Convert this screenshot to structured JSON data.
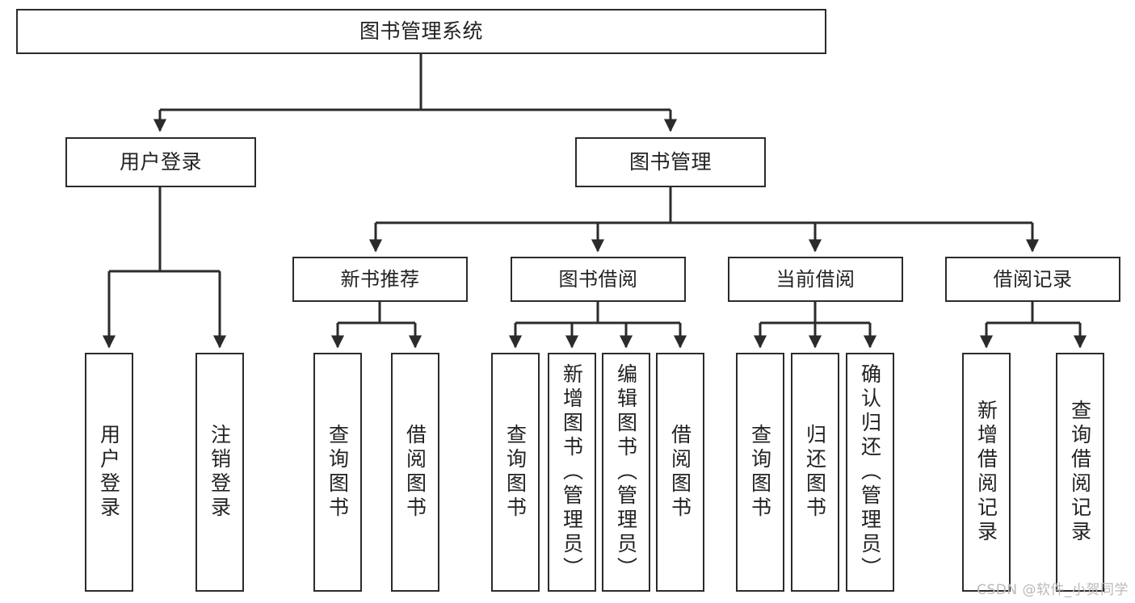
{
  "diagram": {
    "type": "hierarchy-tree",
    "title": "图书管理系统",
    "watermark": "CSDN @软件_小贺同学",
    "colors": {
      "box_border": "#2b2b2b",
      "box_fill": "#ffffff",
      "connector": "#2b2b2b",
      "text": "#222222",
      "watermark": "#b9b9b9"
    },
    "levels": {
      "root": {
        "label": "图书管理系统"
      },
      "branches": [
        {
          "label": "用户登录"
        },
        {
          "label": "图书管理"
        }
      ],
      "groups": [
        {
          "label": "新书推荐"
        },
        {
          "label": "图书借阅"
        },
        {
          "label": "当前借阅"
        },
        {
          "label": "借阅记录"
        }
      ],
      "leaves": {
        "user_login": [
          {
            "label": "用户登录"
          },
          {
            "label": "注销登录"
          }
        ],
        "new_book_recommend": [
          {
            "label": "查询图书"
          },
          {
            "label": "借阅图书"
          }
        ],
        "book_borrow": [
          {
            "label": "查询图书"
          },
          {
            "label": "新增图书（管理员）"
          },
          {
            "label": "编辑图书（管理员）"
          },
          {
            "label": "借阅图书"
          }
        ],
        "current_borrow": [
          {
            "label": "查询图书"
          },
          {
            "label": "归还图书"
          },
          {
            "label": "确认归还（管理员）"
          }
        ],
        "borrow_record": [
          {
            "label": "新增借阅记录"
          },
          {
            "label": "查询借阅记录"
          }
        ]
      }
    }
  }
}
